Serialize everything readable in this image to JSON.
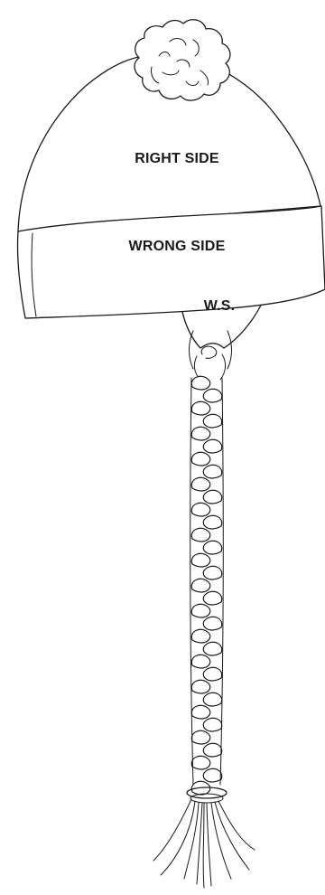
{
  "labels": {
    "right_side": "RIGHT SIDE",
    "wrong_side": "WRONG SIDE",
    "ws": "W.S."
  },
  "colors": {
    "ink": "#1a1a1a",
    "background": "#ffffff"
  },
  "icons": {
    "pompom": "pompom-icon",
    "braid": "braid-icon",
    "tassel": "tassel-icon"
  }
}
